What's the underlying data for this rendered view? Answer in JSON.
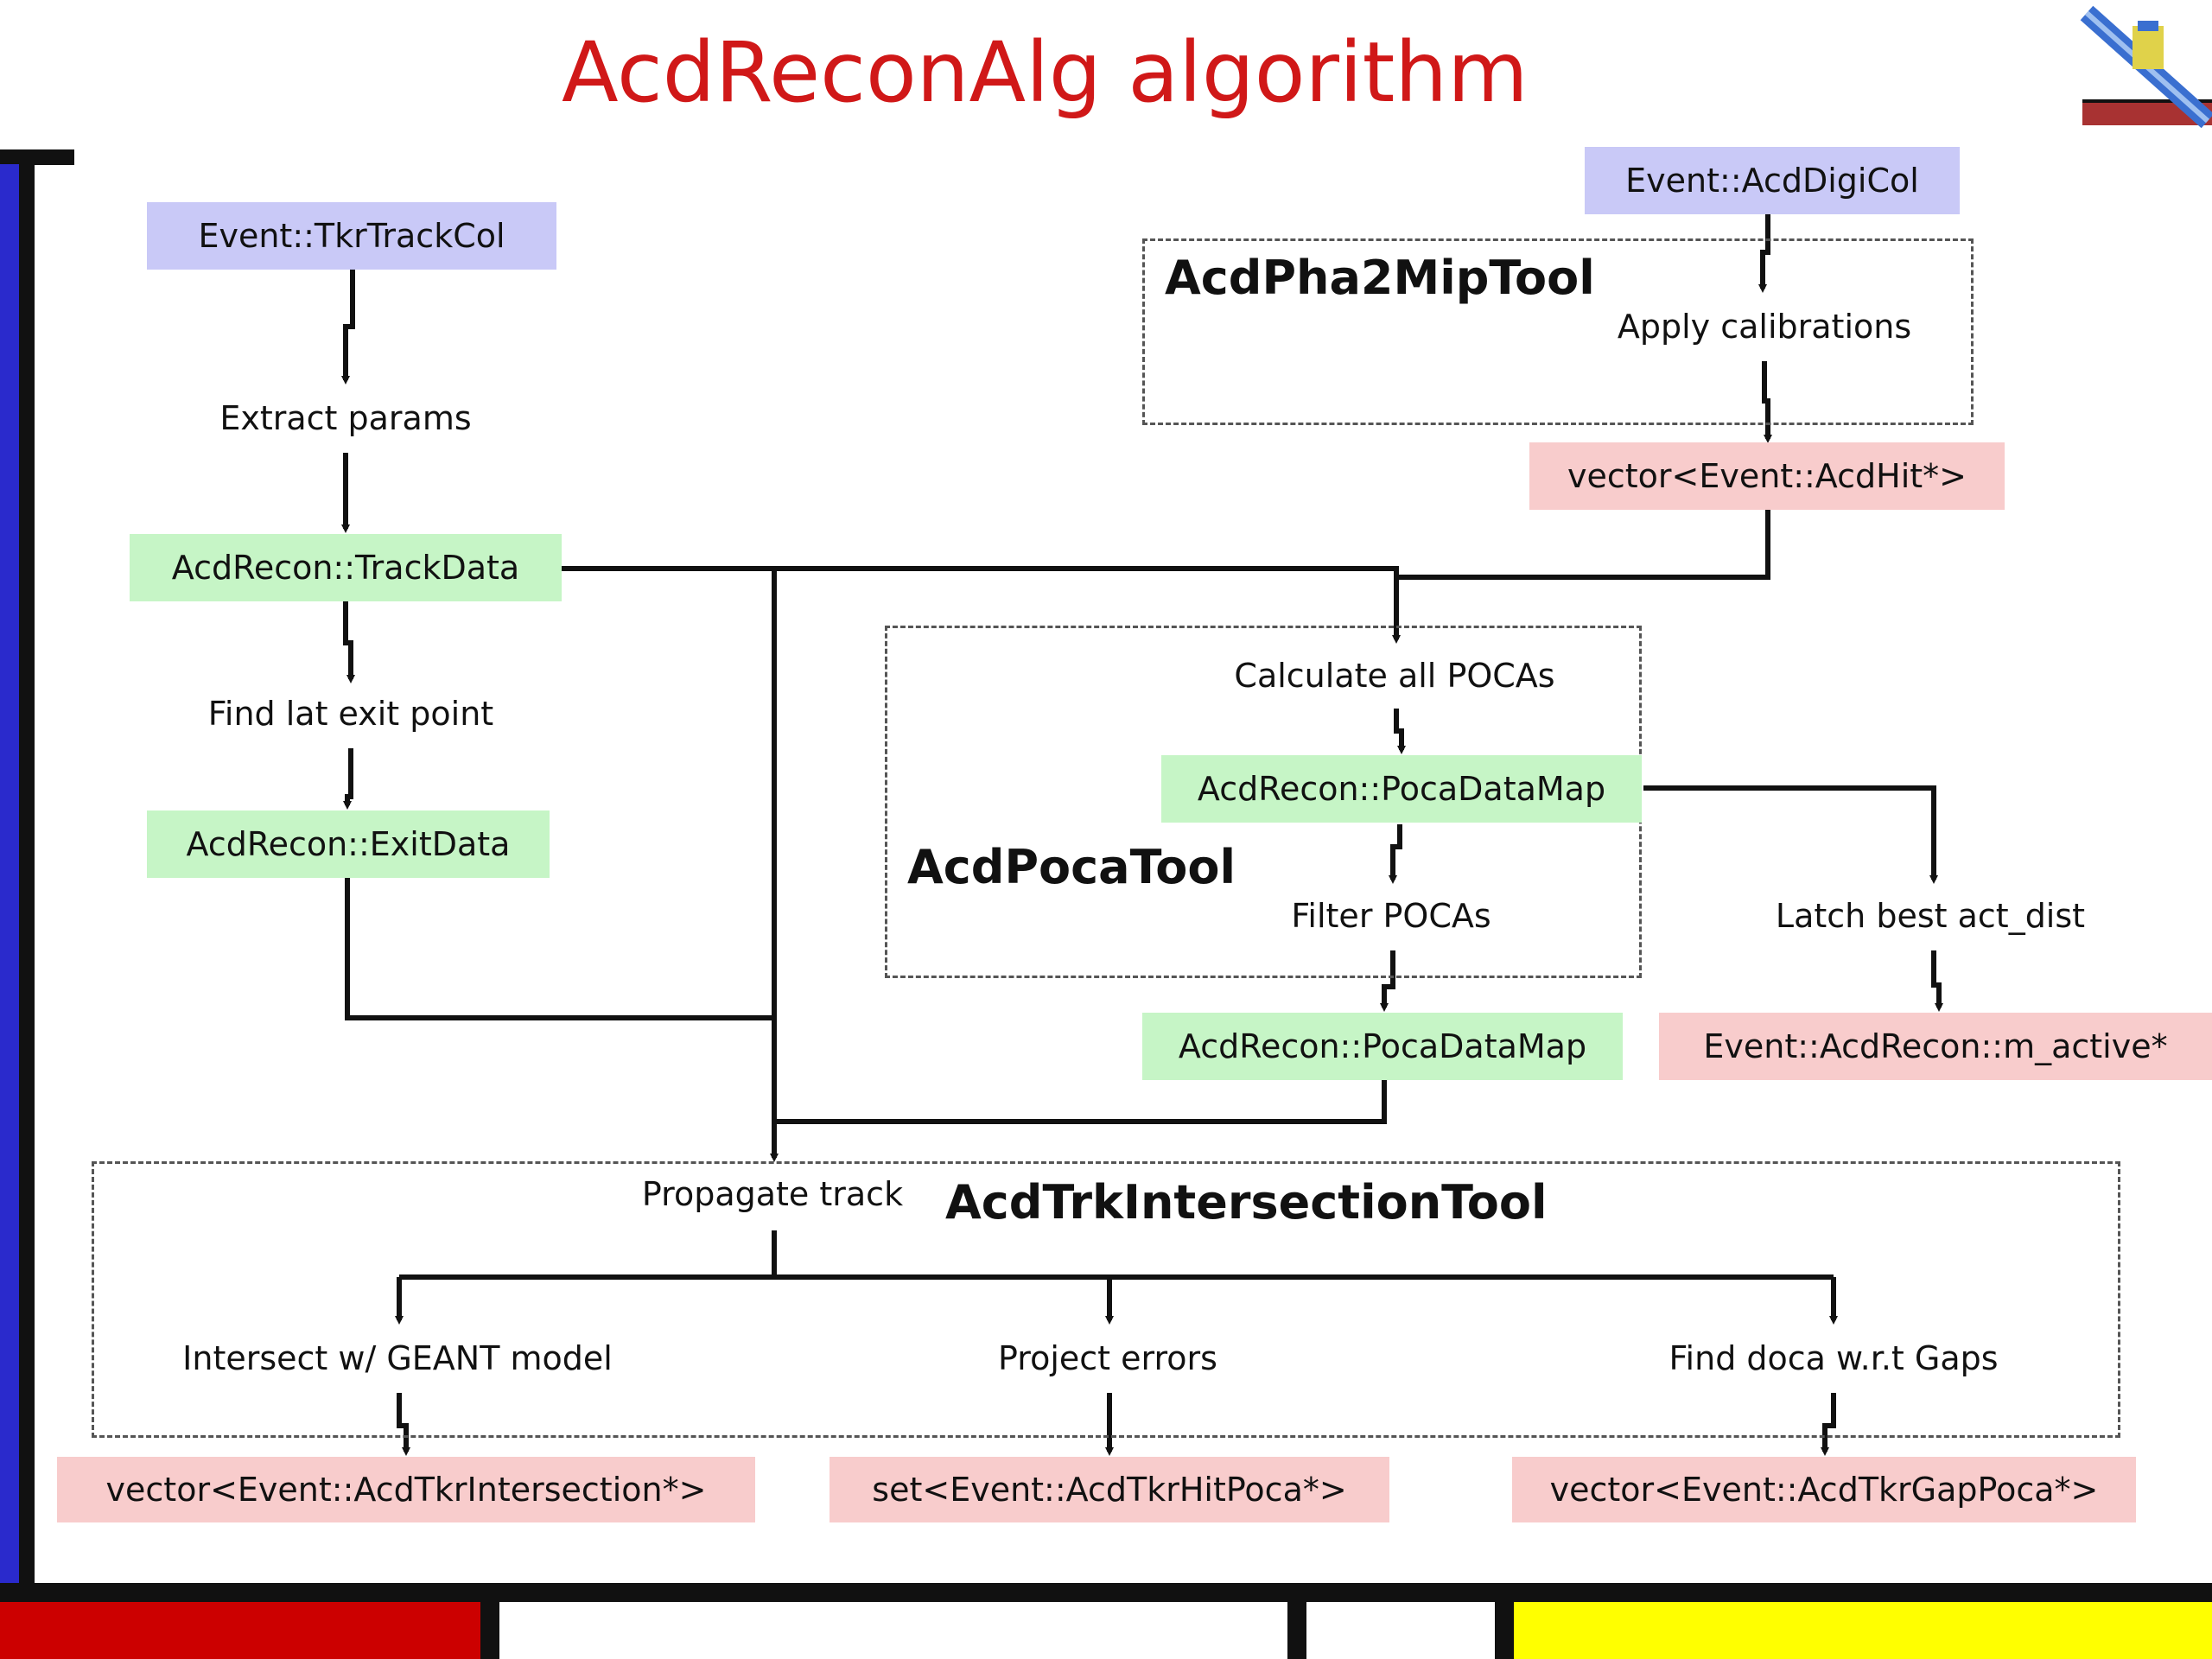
{
  "title": "AcdReconAlg algorithm",
  "colors": {
    "title": "#d01818",
    "event_box": "#c9c9f7",
    "recon_box": "#c6f5c6",
    "output_box": "#f8cccc",
    "frame_blue": "#2a2acc",
    "frame_red": "#cc0000",
    "frame_yellow": "#ffff00"
  },
  "boxes": {
    "tkr_track_col": "Event::TkrTrackCol",
    "acd_digi_col": "Event::AcdDigiCol",
    "track_data": "AcdRecon::TrackData",
    "exit_data": "AcdRecon::ExitData",
    "acd_hit_vector": "vector<Event::AcdHit*>",
    "poca_data_map_inner": "AcdRecon::PocaDataMap",
    "poca_data_map_outer": "AcdRecon::PocaDataMap",
    "m_active": "Event::AcdRecon::m_active*",
    "tkr_intersection_vector": "vector<Event::AcdTkrIntersection*>",
    "tkr_hit_poca_set": "set<Event::AcdTkrHitPoca*>",
    "tkr_gap_poca_vector": "vector<Event::AcdTkrGapPoca*>"
  },
  "steps": {
    "extract_params": "Extract params",
    "find_lat_exit": "Find lat exit point",
    "apply_calibrations": "Apply calibrations",
    "calculate_pocas": "Calculate all POCAs",
    "filter_pocas": "Filter POCAs",
    "latch_best": "Latch best act_dist",
    "propagate_track": "Propagate track",
    "intersect_geant": "Intersect w/ GEANT model",
    "project_errors": "Project errors",
    "find_doca_gaps": "Find doca w.r.t Gaps"
  },
  "tools": {
    "pha2mip": "AcdPha2MipTool",
    "poca": "AcdPocaTool",
    "trk_intersection": "AcdTrkIntersectionTool"
  }
}
